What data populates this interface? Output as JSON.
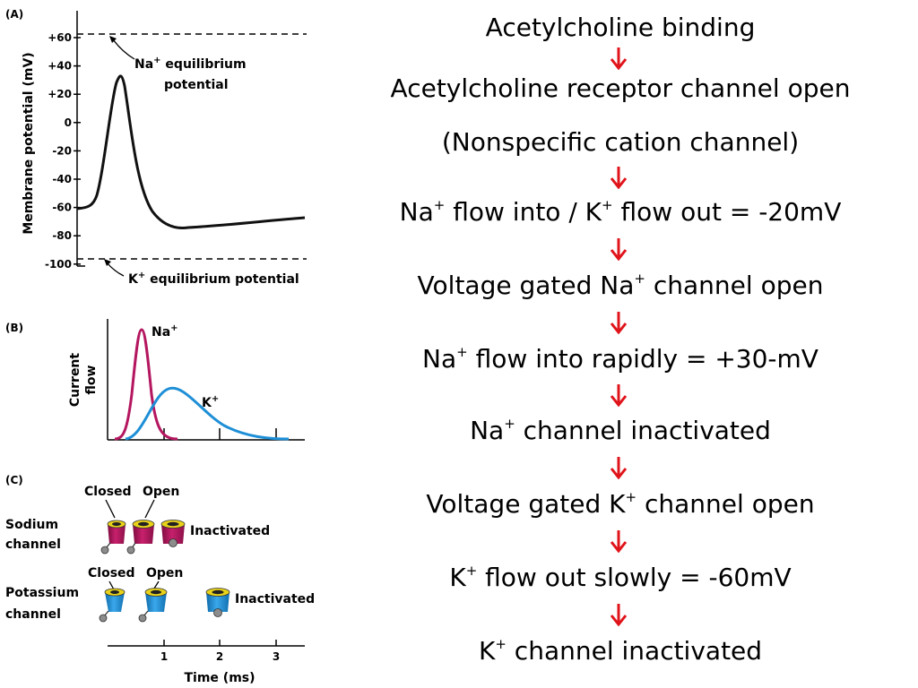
{
  "panelA": {
    "label": "(A)",
    "y_axis_label": "Membrane potential (mV)",
    "y_ticks": [
      "+60",
      "+40",
      "+20",
      "0",
      "-20",
      "-40",
      "-60",
      "-80",
      "-100"
    ],
    "na_eq_line1": "Na",
    "na_eq_sup": "+",
    "na_eq_line1_tail": " equilibrium",
    "na_eq_line2": "potential",
    "k_eq_main": "K",
    "k_eq_sup": "+",
    "k_eq_tail": " equilibrium potential"
  },
  "panelB": {
    "label": "(B)",
    "y_axis_label_line1": "Current",
    "y_axis_label_line2": "flow",
    "na_label": "Na",
    "na_sup": "+",
    "k_label": "K",
    "k_sup": "+"
  },
  "panelC": {
    "label": "(C)",
    "sodium_row_line1": "Sodium",
    "sodium_row_line2": "channel",
    "potassium_row_line1": "Potassium",
    "potassium_row_line2": "channel",
    "closed": "Closed",
    "open": "Open",
    "inactivated": "Inactivated",
    "x_ticks": [
      "1",
      "2",
      "3"
    ],
    "x_axis_label": "Time (ms)"
  },
  "colors": {
    "sodium": "#b4165f",
    "potassium": "#1e8fd6",
    "arrow": "#e0141b",
    "trace": "#111111"
  },
  "flow_steps": [
    {
      "parts": [
        {
          "t": "Acetylcholine binding"
        }
      ]
    },
    {
      "parts": [
        {
          "t": "Acetylcholine receptor channel open"
        }
      ]
    },
    {
      "parts": [
        {
          "t": "(Nonspecific cation channel)"
        }
      ]
    },
    {
      "parts": [
        {
          "t": "Na"
        },
        {
          "s": "+"
        },
        {
          "t": " flow into / K"
        },
        {
          "s": "+"
        },
        {
          "t": " flow out = -20mV"
        }
      ]
    },
    {
      "parts": [
        {
          "t": "Voltage gated Na"
        },
        {
          "s": "+"
        },
        {
          "t": " channel open"
        }
      ]
    },
    {
      "parts": [
        {
          "t": "Na"
        },
        {
          "s": "+"
        },
        {
          "t": " flow into rapidly = +30-mV"
        }
      ]
    },
    {
      "parts": [
        {
          "t": "Na"
        },
        {
          "s": "+"
        },
        {
          "t": " channel inactivated"
        }
      ]
    },
    {
      "parts": [
        {
          "t": "Voltage gated K"
        },
        {
          "s": "+"
        },
        {
          "t": " channel open"
        }
      ]
    },
    {
      "parts": [
        {
          "t": "K"
        },
        {
          "s": "+"
        },
        {
          "t": " flow out slowly = -60mV"
        }
      ]
    },
    {
      "parts": [
        {
          "t": "K"
        },
        {
          "s": "+"
        },
        {
          "t": " channel inactivated"
        }
      ]
    }
  ]
}
